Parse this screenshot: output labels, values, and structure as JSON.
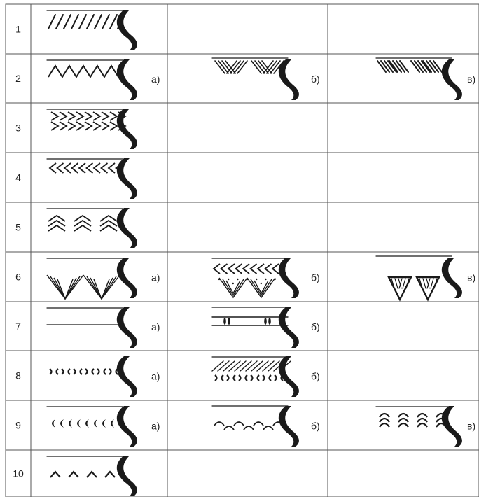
{
  "rows": [
    {
      "num": "1",
      "cells": [
        {
          "label": "",
          "motif": "oblique-hatching"
        }
      ]
    },
    {
      "num": "2",
      "cells": [
        {
          "label": "а)",
          "motif": "zigzag"
        },
        {
          "label": "б)",
          "motif": "hatched-triangles"
        },
        {
          "label": "в)",
          "motif": "hatched-triangles-bold"
        }
      ]
    },
    {
      "num": "3",
      "cells": [
        {
          "label": "",
          "motif": "herringbone"
        }
      ]
    },
    {
      "num": "4",
      "cells": [
        {
          "label": "",
          "motif": "chevrons-left"
        }
      ]
    },
    {
      "num": "5",
      "cells": [
        {
          "label": "",
          "motif": "nested-chevrons-up"
        }
      ]
    },
    {
      "num": "6",
      "cells": [
        {
          "label": "а)",
          "motif": "nested-v-triangles"
        },
        {
          "label": "б)",
          "motif": "chevrons-with-dotted-triangles"
        },
        {
          "label": "в)",
          "motif": "filled-hatched-triangles"
        }
      ]
    },
    {
      "num": "7",
      "cells": [
        {
          "label": "а)",
          "motif": "plain-lines"
        },
        {
          "label": "б)",
          "motif": "double-band-with-marks"
        }
      ]
    },
    {
      "num": "8",
      "cells": [
        {
          "label": "а)",
          "motif": "paired-crescents"
        },
        {
          "label": "б)",
          "motif": "hatching-with-crescents"
        }
      ]
    },
    {
      "num": "9",
      "cells": [
        {
          "label": "а)",
          "motif": "crescent-row"
        },
        {
          "label": "б)",
          "motif": "arch-row"
        },
        {
          "label": "в)",
          "motif": "stacked-arches"
        }
      ]
    },
    {
      "num": "10",
      "cells": [
        {
          "label": "",
          "motif": "angle-marks"
        }
      ]
    }
  ]
}
